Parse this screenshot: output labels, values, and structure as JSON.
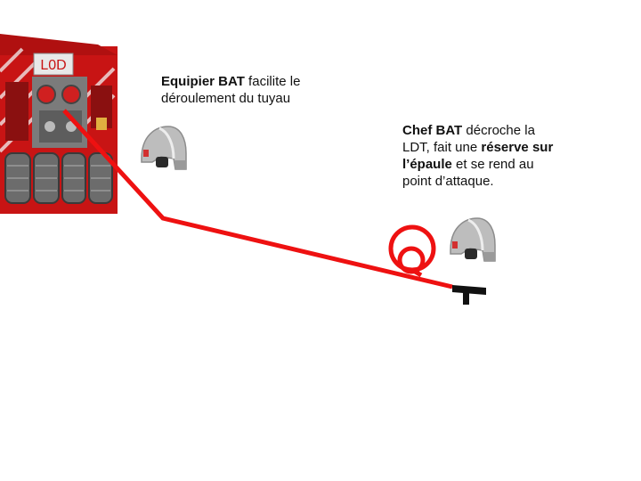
{
  "truck": {
    "plate_text": "L0D",
    "icon": "fire-truck-icon"
  },
  "captions": {
    "equipier": {
      "bold": "Equipier BAT",
      "rest": " facilite le déroulement du tuyau"
    },
    "chef": {
      "bold1": "Chef BAT",
      "text1": " décroche la LDT, fait une ",
      "bold2": "réserve sur l’épaule",
      "text2": " et se rend au point d’attaque."
    }
  },
  "icons": [
    "firefighter-helmet-icon",
    "hose-coil-icon",
    "hose-nozzle-icon"
  ],
  "colors": {
    "hose": "#ee1111",
    "truck": "#c81414",
    "helmet": "#b8b8b8",
    "nozzle": "#111111"
  }
}
